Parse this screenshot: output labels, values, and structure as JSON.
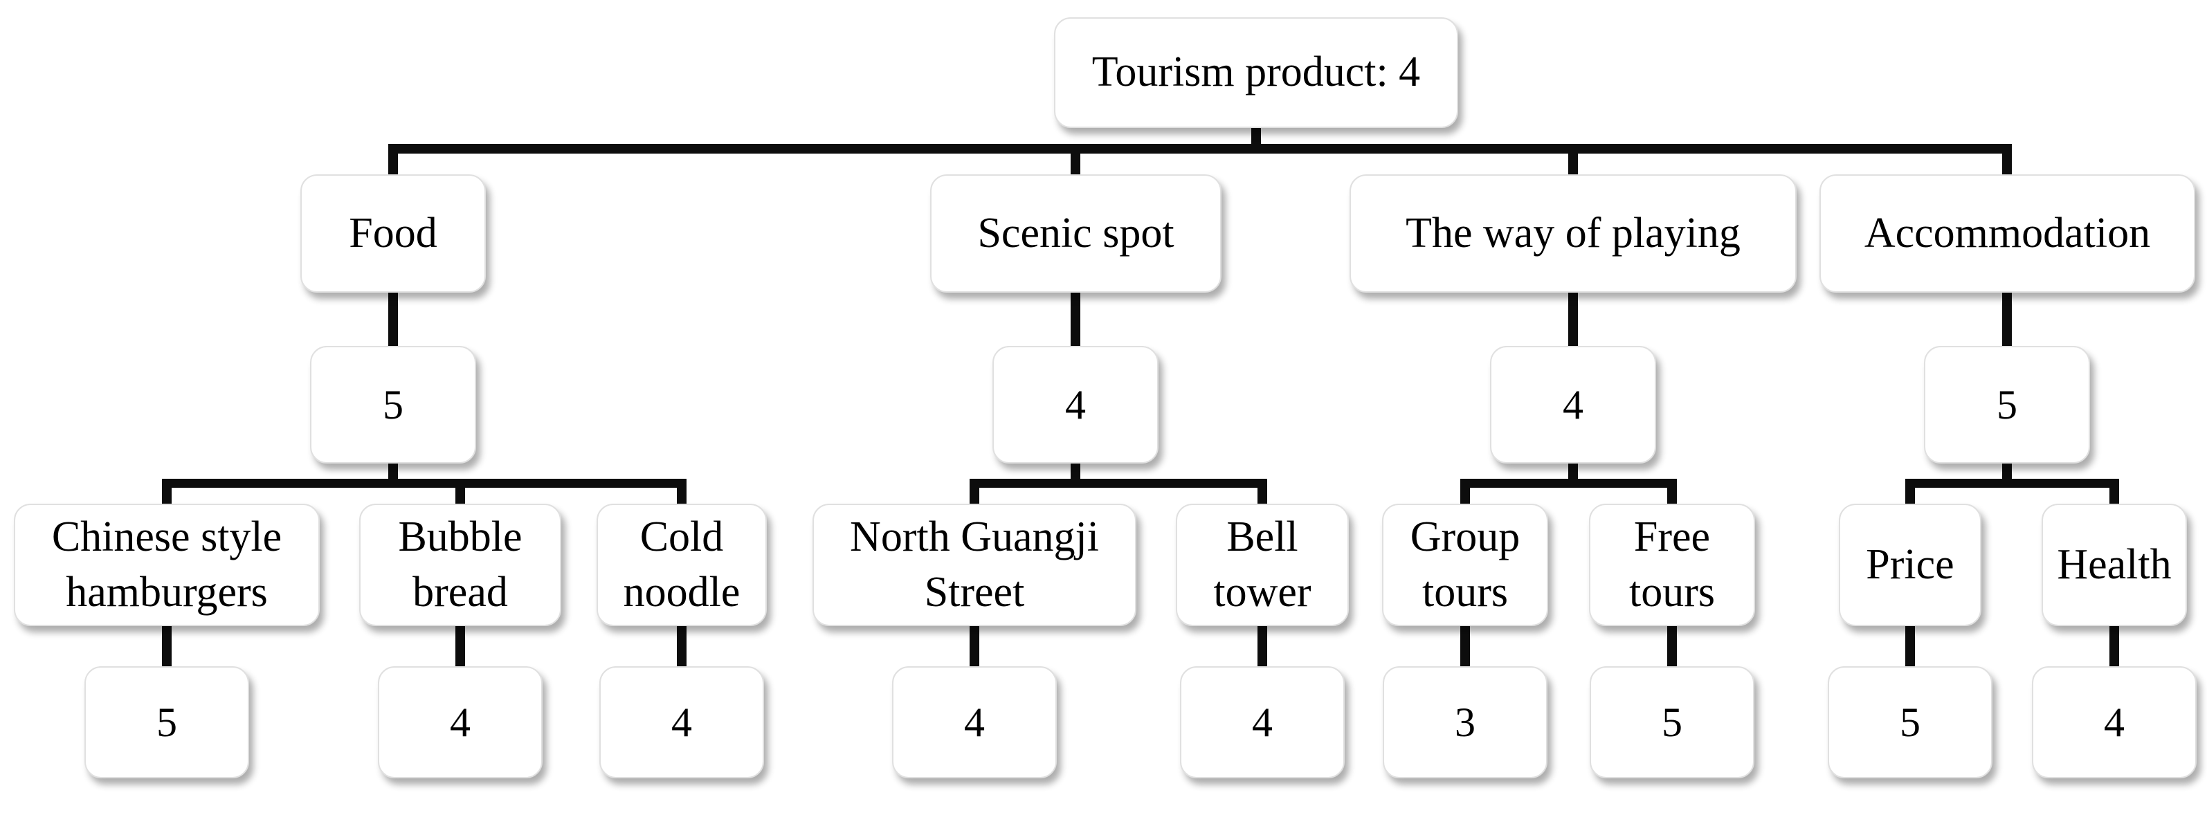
{
  "diagram": {
    "root": {
      "label": "Tourism product: 4"
    },
    "branches": [
      {
        "label": "Food",
        "score": "5",
        "children": [
          {
            "label": "Chinese style hamburgers",
            "score": "5"
          },
          {
            "label": "Bubble bread",
            "score": "4"
          },
          {
            "label": "Cold noodle",
            "score": "4"
          }
        ]
      },
      {
        "label": "Scenic spot",
        "score": "4",
        "children": [
          {
            "label": "North Guangji Street",
            "score": "4"
          },
          {
            "label": "Bell tower",
            "score": "4"
          }
        ]
      },
      {
        "label": "The way of playing",
        "score": "4",
        "children": [
          {
            "label": "Group tours",
            "score": "3"
          },
          {
            "label": "Free tours",
            "score": "5"
          }
        ]
      },
      {
        "label": "Accommodation",
        "score": "5",
        "children": [
          {
            "label": "Price",
            "score": "5"
          },
          {
            "label": "Health",
            "score": "4"
          }
        ]
      }
    ]
  },
  "colors": {
    "connector_line": "#0d0d0d",
    "box_background": "#ffffff",
    "box_border": "#e0e0e0",
    "text": "#000000",
    "page_background": "#ffffff"
  }
}
